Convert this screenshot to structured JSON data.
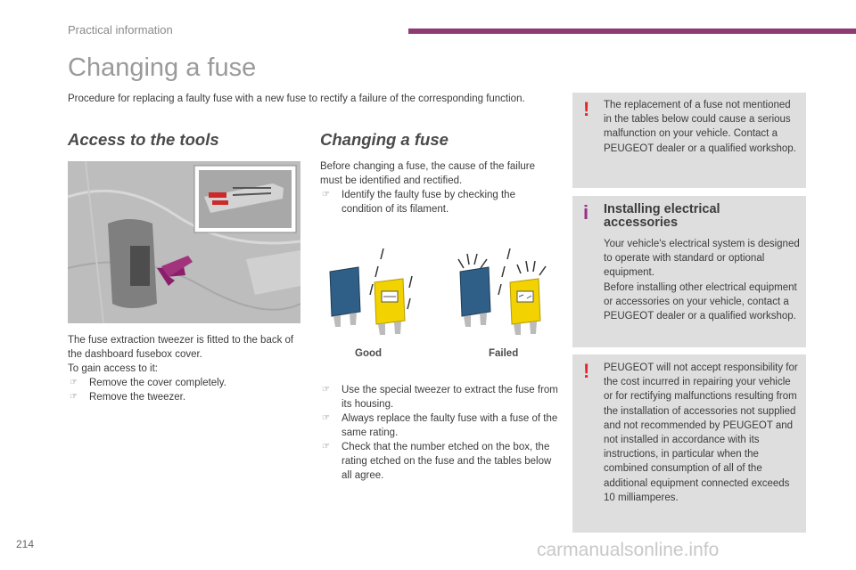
{
  "header": {
    "section": "Practical information",
    "accent_color": "#8e3a73"
  },
  "page": {
    "title": "Changing a fuse",
    "intro": "Procedure for replacing a faulty fuse with a new fuse to rectify a failure of the corresponding function.",
    "number": "214"
  },
  "access": {
    "heading": "Access to the tools",
    "text1": "The fuse extraction tweezer is fitted to the back of the dashboard fusebox cover.",
    "text2": "To gain access to it:",
    "bullets": [
      "Remove the cover completely.",
      "Remove the tweezer."
    ]
  },
  "changing": {
    "heading": "Changing a fuse",
    "text": "Before changing a fuse, the cause of the failure must be identified and rectified.",
    "bullet1": "Identify the faulty fuse by checking the condition of its filament.",
    "label_good": "Good",
    "label_failed": "Failed",
    "bullets2": [
      "Use the special tweezer to extract the fuse from its housing.",
      "Always replace the faulty fuse with a fuse of the same rating.",
      "Check that the number etched on the box, the rating etched on the fuse and the tables below all agree."
    ]
  },
  "notes": {
    "warning1": "The replacement of a fuse not mentioned in the tables below could cause a serious malfunction on your vehicle. Contact a PEUGEOT dealer or a qualified workshop.",
    "info_title": "Installing electrical accessories",
    "info_p1": "Your vehicle's electrical system is designed to operate with standard or optional equipment.",
    "info_p2": "Before installing other electrical equipment or accessories on your vehicle, contact a PEUGEOT dealer or a qualified workshop.",
    "warning2": "PEUGEOT will not accept responsibility for the cost incurred in repairing your vehicle or for rectifying malfunctions resulting from the installation of accessories not supplied and not recommended by PEUGEOT and not installed in accordance with its instructions, in particular when the combined consumption of all of the additional equipment connected exceeds 10 milliamperes."
  },
  "watermark": "carmanualsonline.info",
  "colors": {
    "warning": "#e3262b",
    "info": "#9b2e88",
    "note_bg": "#dedede",
    "fuse_blue": "#2f5f86",
    "fuse_yellow": "#f2d200"
  },
  "icons": {
    "bullet": "pointing-hand-icon",
    "warning": "exclamation-icon",
    "info": "info-icon"
  }
}
